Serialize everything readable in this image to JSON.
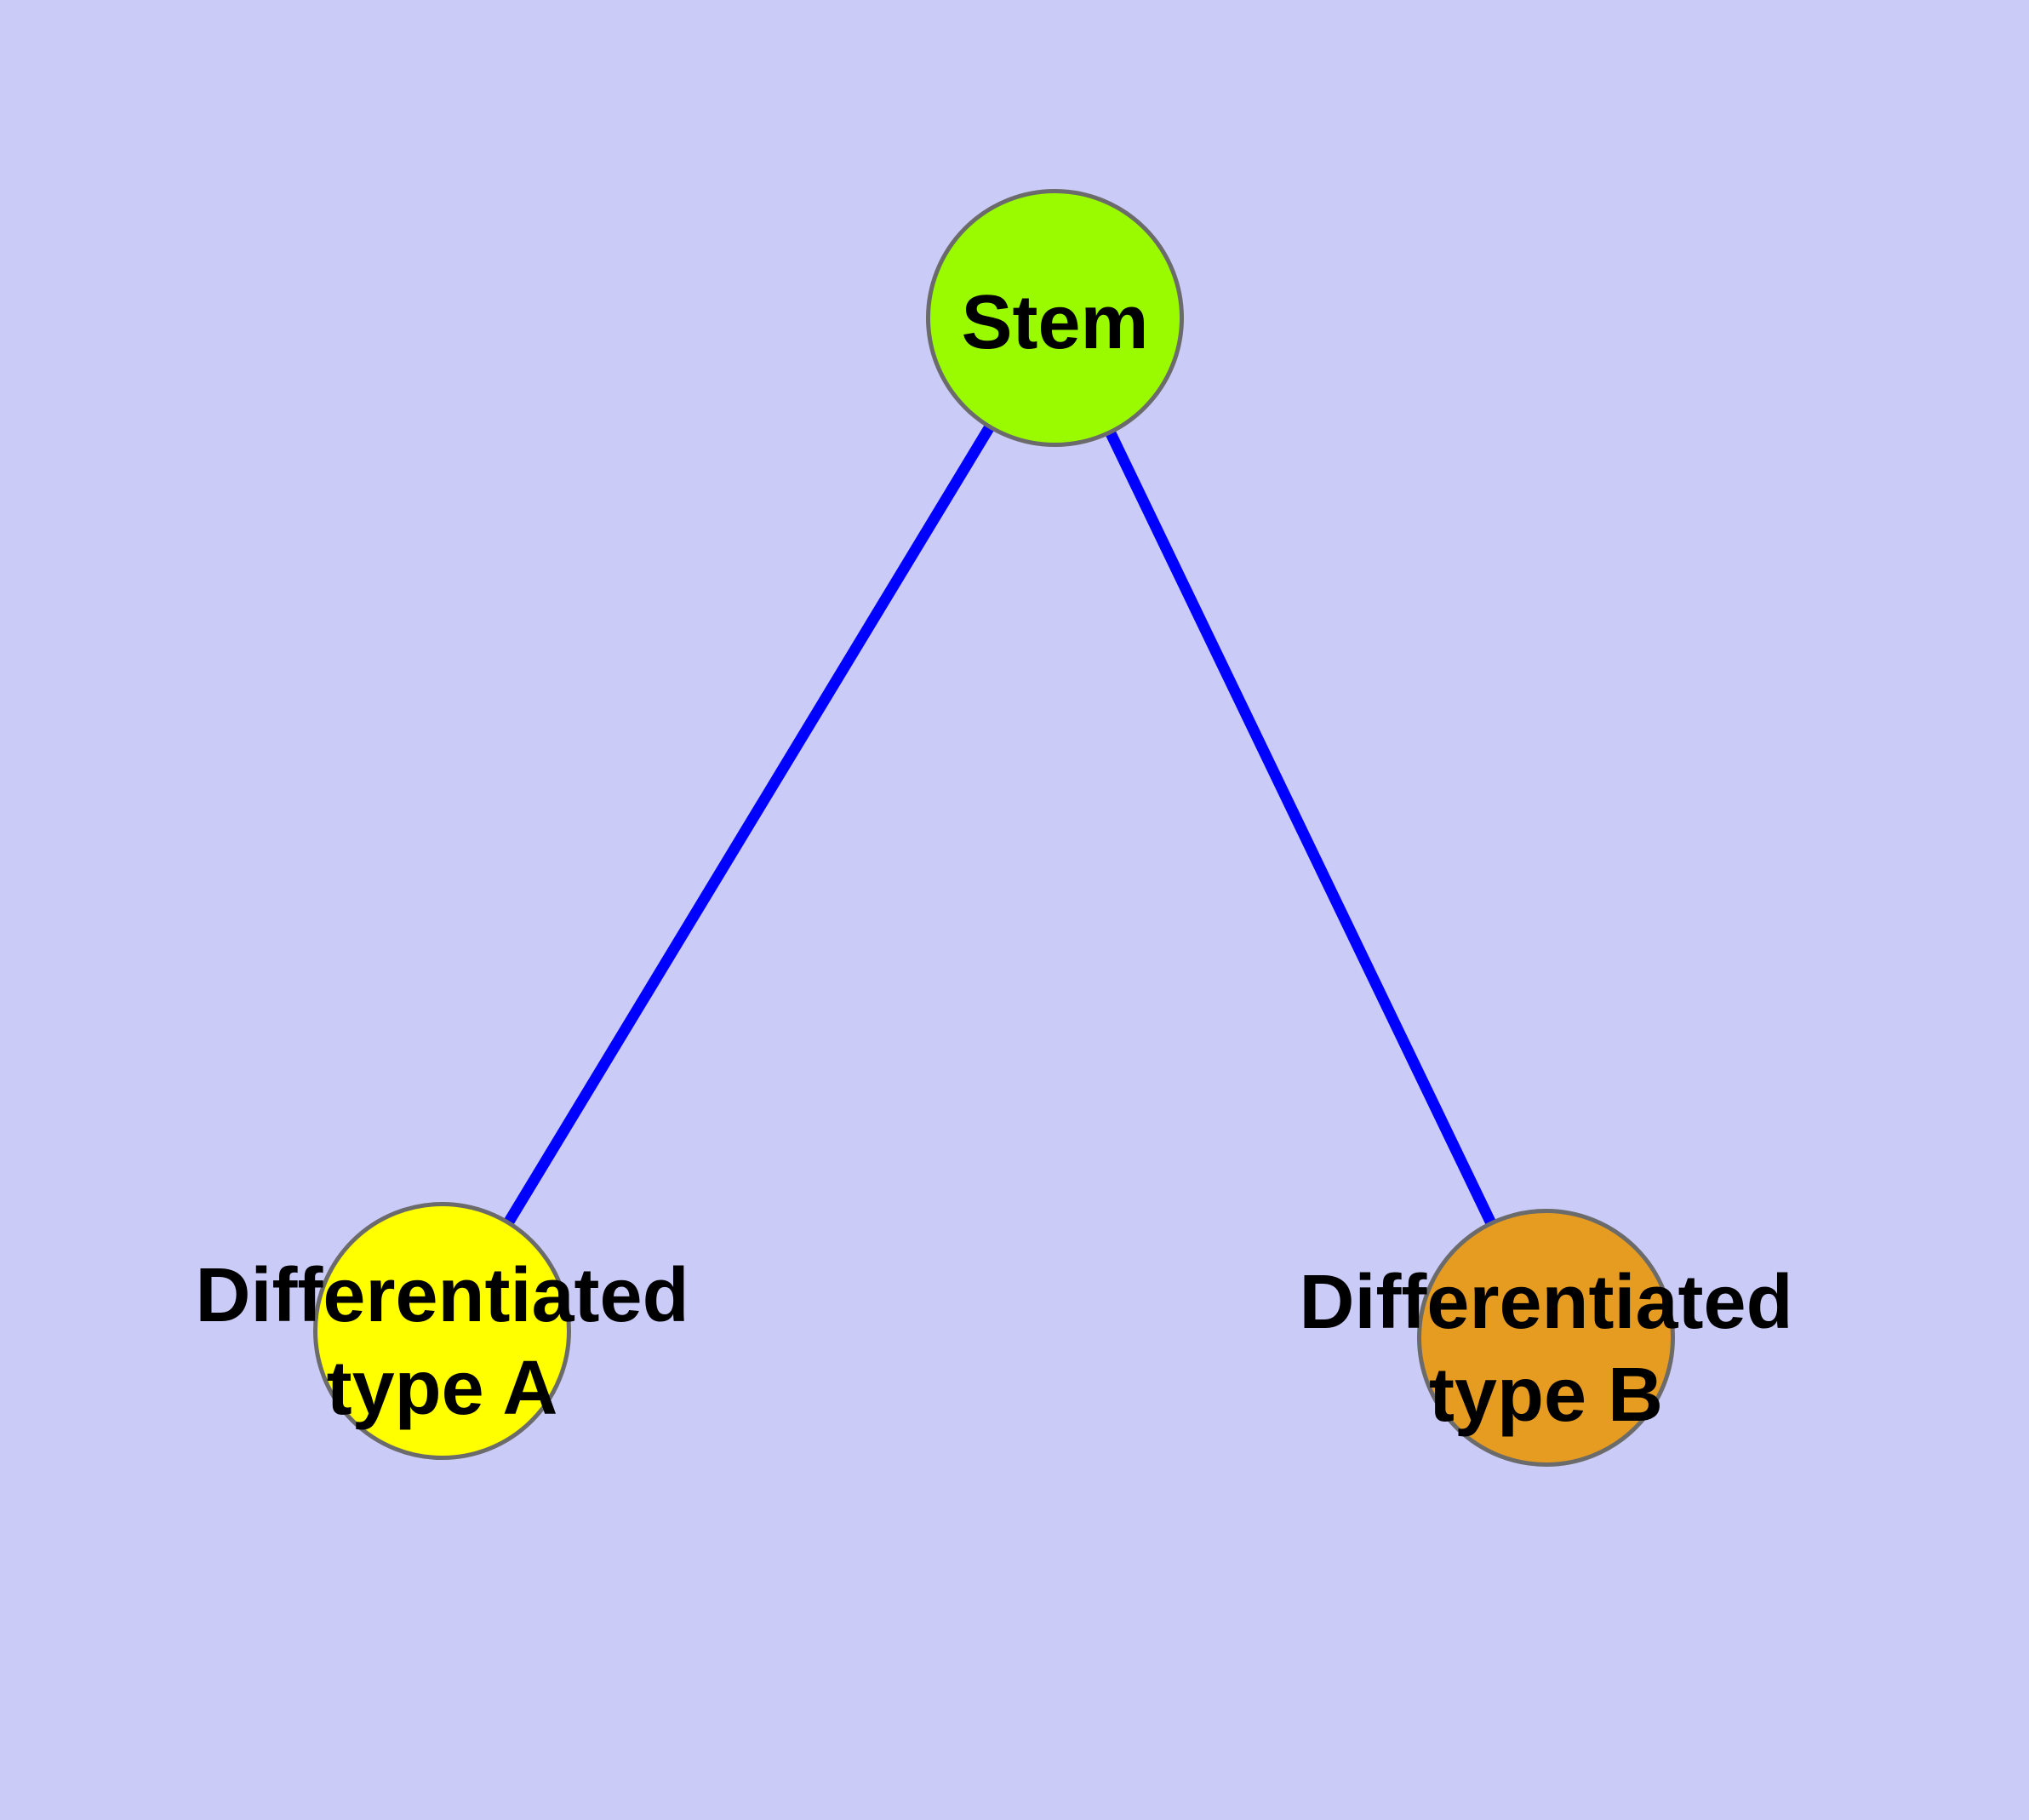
{
  "diagram": {
    "background_color": "#CBCBF8",
    "edge_color": "#0000FF",
    "node_border_color": "#6B6B6B",
    "label_color": "#000000",
    "nodes": [
      {
        "id": "stem",
        "label": "Stem",
        "fill_color": "#9AFB00"
      },
      {
        "id": "differentiated-type-a",
        "label": "Differentiated\ntype A",
        "fill_color": "#FFFF00"
      },
      {
        "id": "differentiated-type-b",
        "label": "Differentiated\ntype B",
        "fill_color": "#E69C21"
      }
    ],
    "edges": [
      {
        "from": "stem",
        "to": "differentiated-type-a"
      },
      {
        "from": "stem",
        "to": "differentiated-type-b"
      }
    ]
  }
}
